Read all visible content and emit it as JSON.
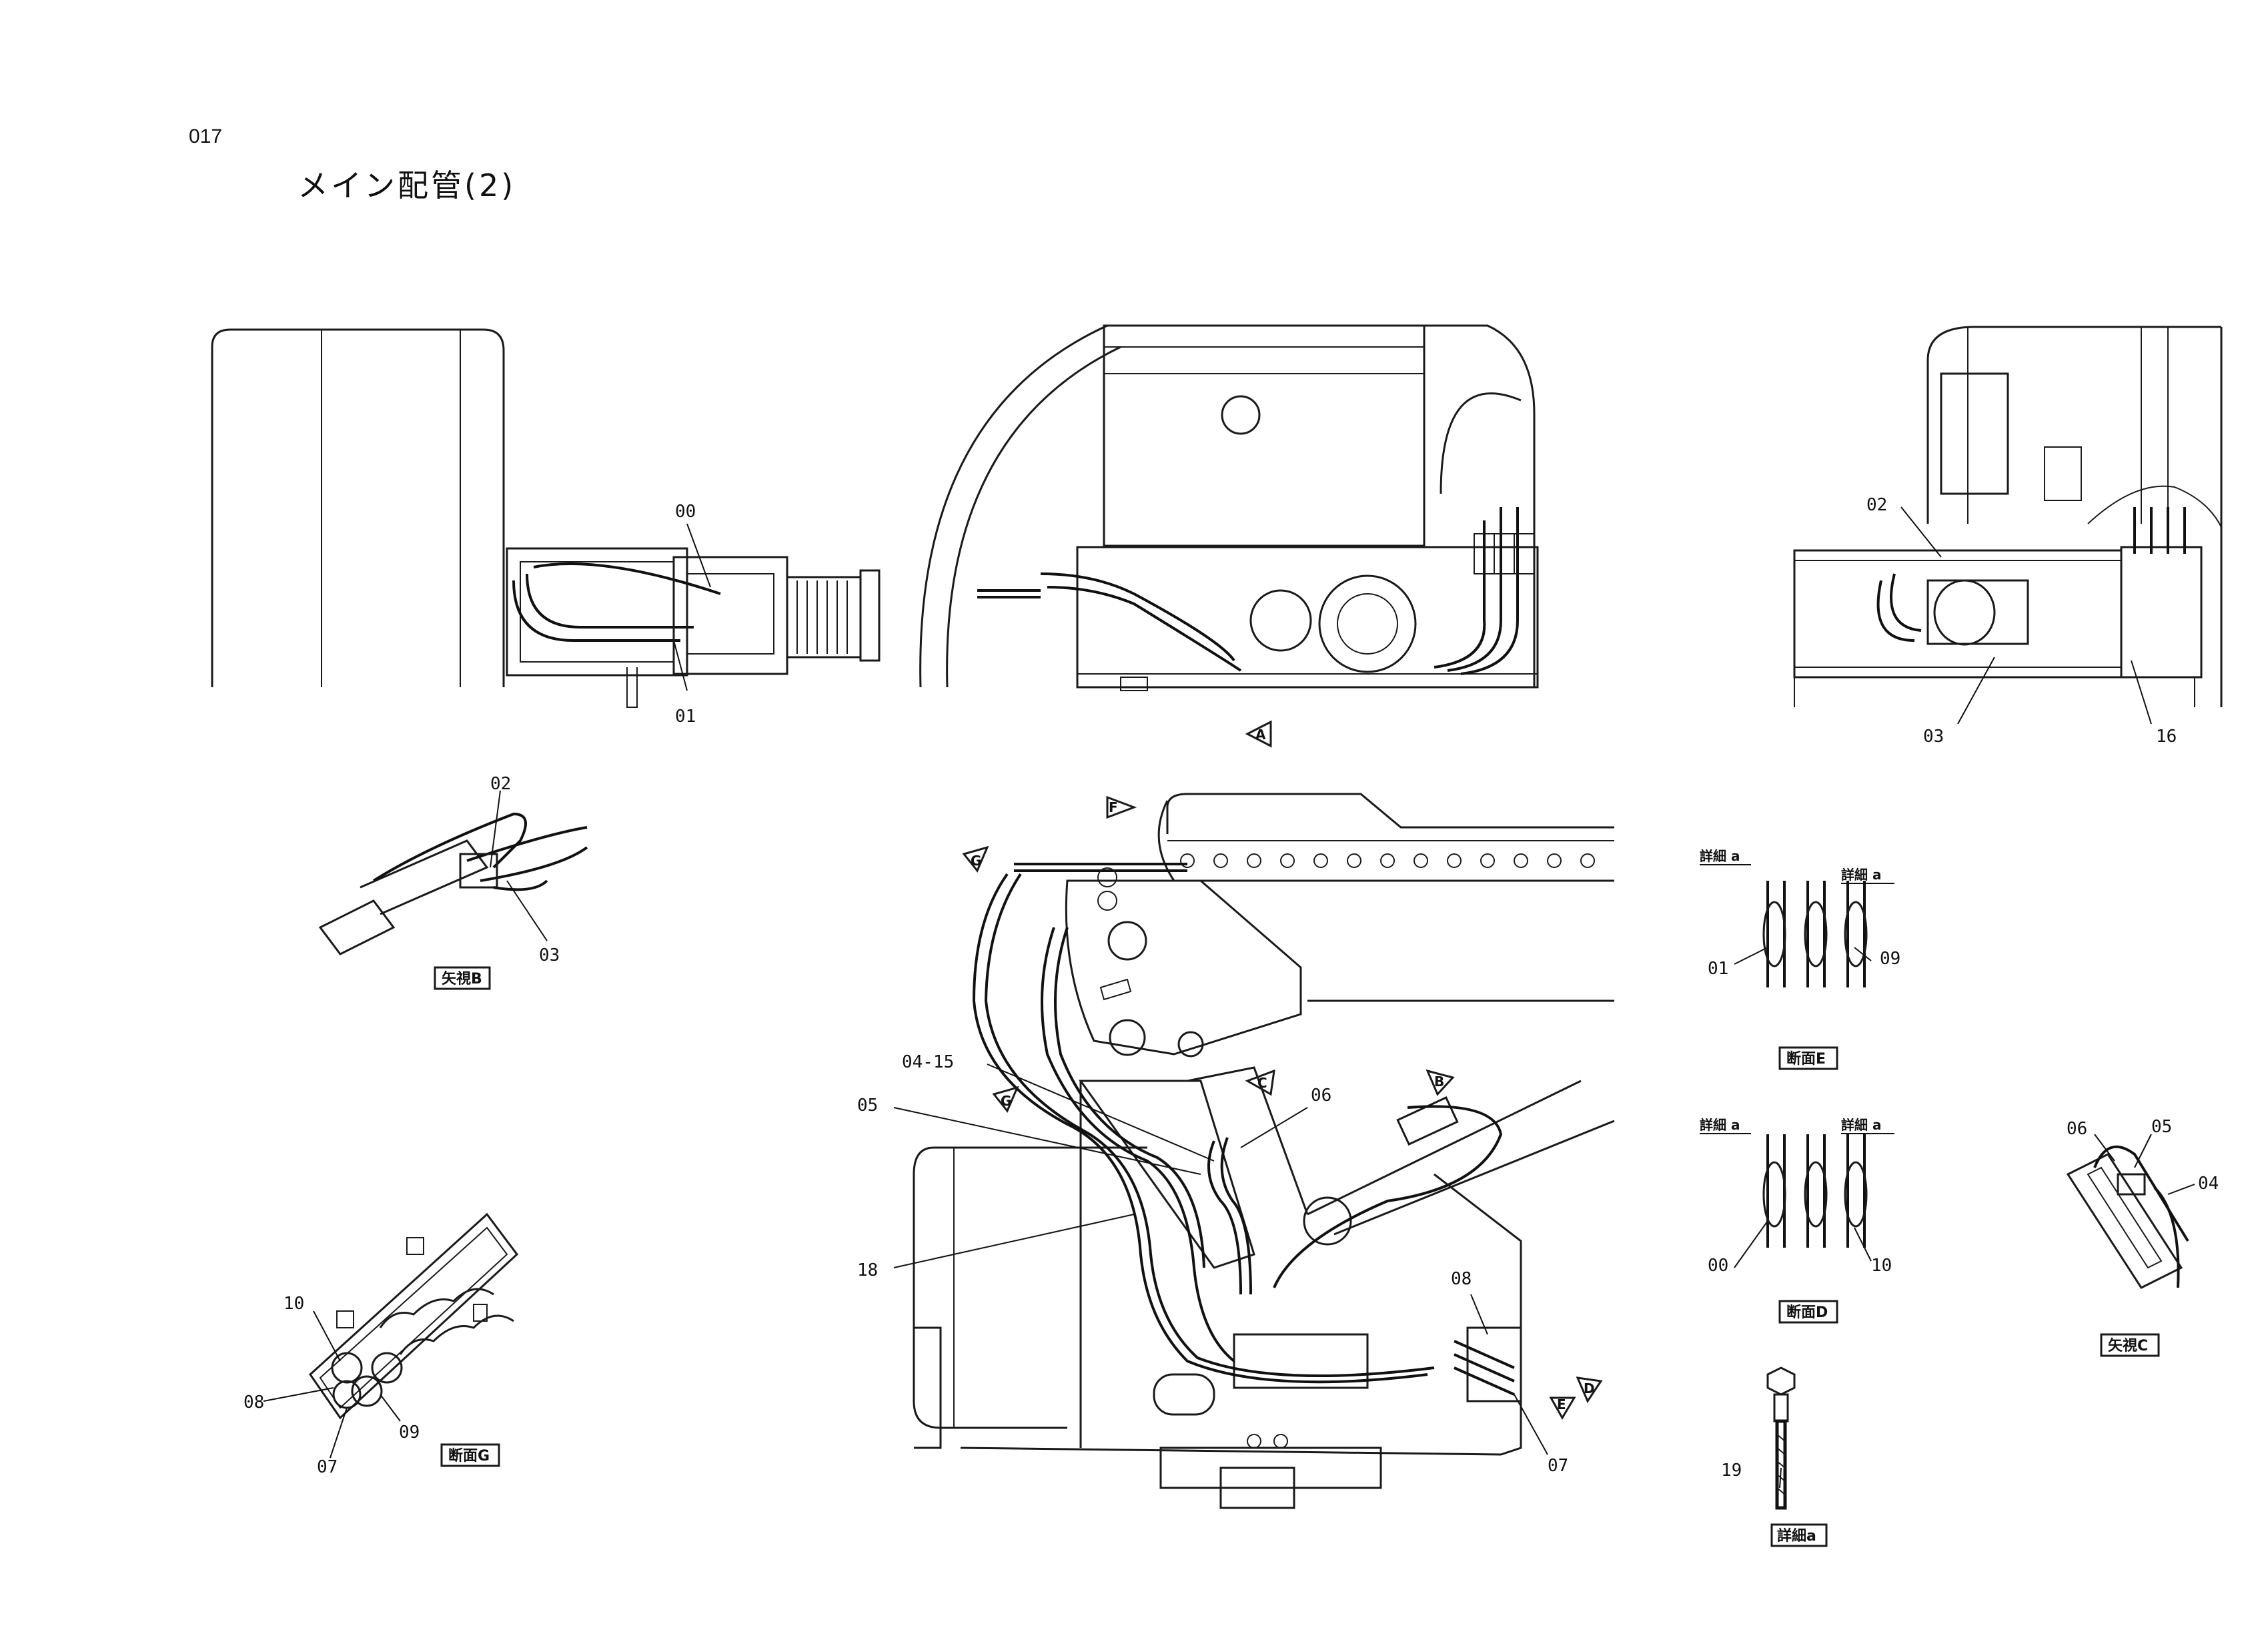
{
  "header": {
    "page_number": "017",
    "title": "メイン配管(2)"
  },
  "views": {
    "view_b": "矢視B",
    "view_c": "矢視C",
    "section_d": "断面D",
    "section_e": "断面E",
    "section_g": "断面G",
    "detail_a": "詳細a",
    "detail_a_tag": "詳細 a"
  },
  "view_arrows": {
    "a": "A",
    "b": "B",
    "c": "C",
    "d": "D",
    "e": "E",
    "f": "F",
    "g1": "G",
    "g2": "G"
  },
  "callouts": {
    "p00": "00",
    "p01": "01",
    "p02": "02",
    "p03": "03",
    "p04": "04",
    "p04_15": "04-15",
    "p05": "05",
    "p06": "06",
    "p07": "07",
    "p08": "08",
    "p09": "09",
    "p10": "10",
    "p16": "16",
    "p18": "18",
    "p19": "19"
  }
}
